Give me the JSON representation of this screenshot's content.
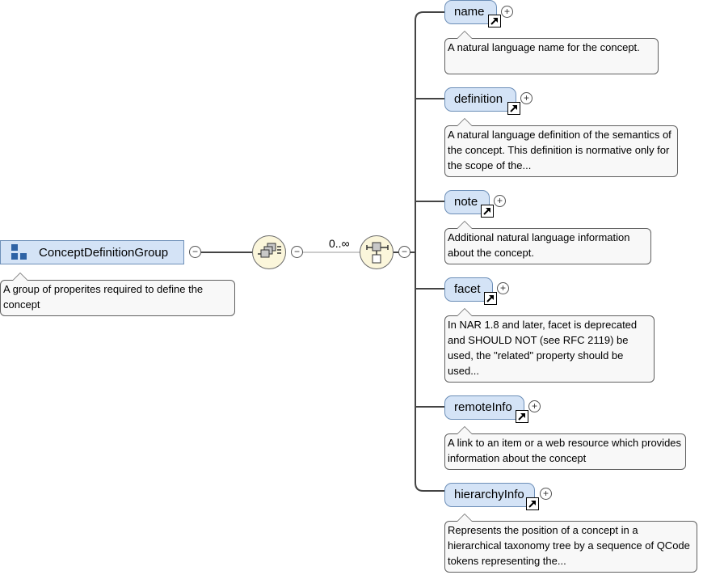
{
  "group": {
    "label": "ConceptDefinitionGroup",
    "annotation": "A group of properites required to define the concept",
    "icon": "group-icon",
    "collapse_toggle": "−"
  },
  "choice": {
    "icon": "choice-compositor-icon",
    "occurs": "0..∞",
    "collapse_toggle": "−"
  },
  "sequence": {
    "icon": "sequence-compositor-icon",
    "collapse_toggle": "−"
  },
  "elements": [
    {
      "name": "name",
      "annotation": "A natural language name for the concept.",
      "expand_toggle": "+"
    },
    {
      "name": "definition",
      "annotation": "A natural language definition of the semantics of the concept. This definition is normative only for the scope of the...",
      "expand_toggle": "+"
    },
    {
      "name": "note",
      "annotation": "Additional natural language information about the concept.",
      "expand_toggle": "+"
    },
    {
      "name": "facet",
      "annotation": "In NAR 1.8 and later, facet is deprecated and SHOULD NOT (see RFC 2119) be used, the \"related\" property should be used...",
      "expand_toggle": "+"
    },
    {
      "name": "remoteInfo",
      "annotation": "A link to an item or a web resource which provides information about the concept",
      "expand_toggle": "+"
    },
    {
      "name": "hierarchyInfo",
      "annotation": "Represents the position of a concept in a hierarchical taxonomy tree by a sequence of QCode tokens representing the...",
      "expand_toggle": "+"
    }
  ],
  "colors": {
    "element_fill": "#d4e3f6",
    "element_border": "#6d8fb8",
    "compositor_fill": "#fbf6db",
    "annotation_fill": "#f8f8f8"
  }
}
